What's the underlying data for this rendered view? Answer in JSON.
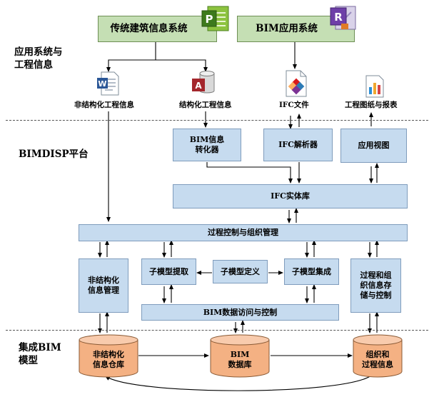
{
  "left_labels": {
    "app_systems": "应用系统与\n工程信息",
    "platform": "BIMDISP平台",
    "integrated_model": "集成BIM\n模型"
  },
  "apps": {
    "construction_system": "传统建筑信息系统",
    "bim_system": "BIM应用系统"
  },
  "info_items": {
    "unstructured": "非结构化工程信息",
    "structured": "结构化工程信息",
    "ifc_file": "IFC文件",
    "drawings": "工程图纸与报表"
  },
  "platform_boxes": {
    "bim_converter": "BIM信息\n转化器",
    "ifc_parser": "IFC解析器",
    "app_view": "应用视图",
    "ifc_entity_lib": "IFC实体库",
    "process_control": "过程控制与组织管理",
    "unstructured_mgmt": "非结构化\n信息管理",
    "submodel_extract": "子模型提取",
    "submodel_define": "子模型定义",
    "submodel_integrate": "子模型集成",
    "process_org_storage": "过程和组\n织信息存\n储与控制",
    "bim_data_access": "BIM数据访问与控制"
  },
  "databases": {
    "unstructured_repo": "非结构化\n信息仓库",
    "bim_db": "BIM\n数据库",
    "org_process_info": "组织和\n过程信息"
  },
  "icons": [
    "project-logo-icon",
    "revit-logo-icon",
    "word-document-icon",
    "database-icon",
    "ifc-file-icon",
    "report-chart-icon"
  ],
  "colors": {
    "app_box": "#c5dfb4",
    "platform_box": "#c6dbef",
    "database": "#f4b183",
    "separator": "#555555"
  }
}
